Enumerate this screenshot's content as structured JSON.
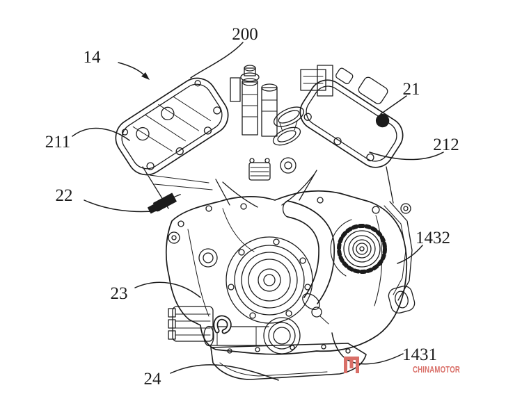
{
  "figure": {
    "description": "Patent-style perspective line drawing of a V-twin motorcycle engine assembly",
    "background_color": "#ffffff",
    "line_color": "#1b1b1b",
    "labels": [
      {
        "text": "14"
      },
      {
        "text": "200"
      },
      {
        "text": "21"
      },
      {
        "text": "211"
      },
      {
        "text": "212"
      },
      {
        "text": "22"
      },
      {
        "text": "23"
      },
      {
        "text": "24"
      },
      {
        "text": "1431"
      },
      {
        "text": "1432"
      }
    ],
    "watermark": {
      "text": "CHINAMOTOR",
      "logo": "m-mark",
      "color": "#d96f68"
    }
  }
}
